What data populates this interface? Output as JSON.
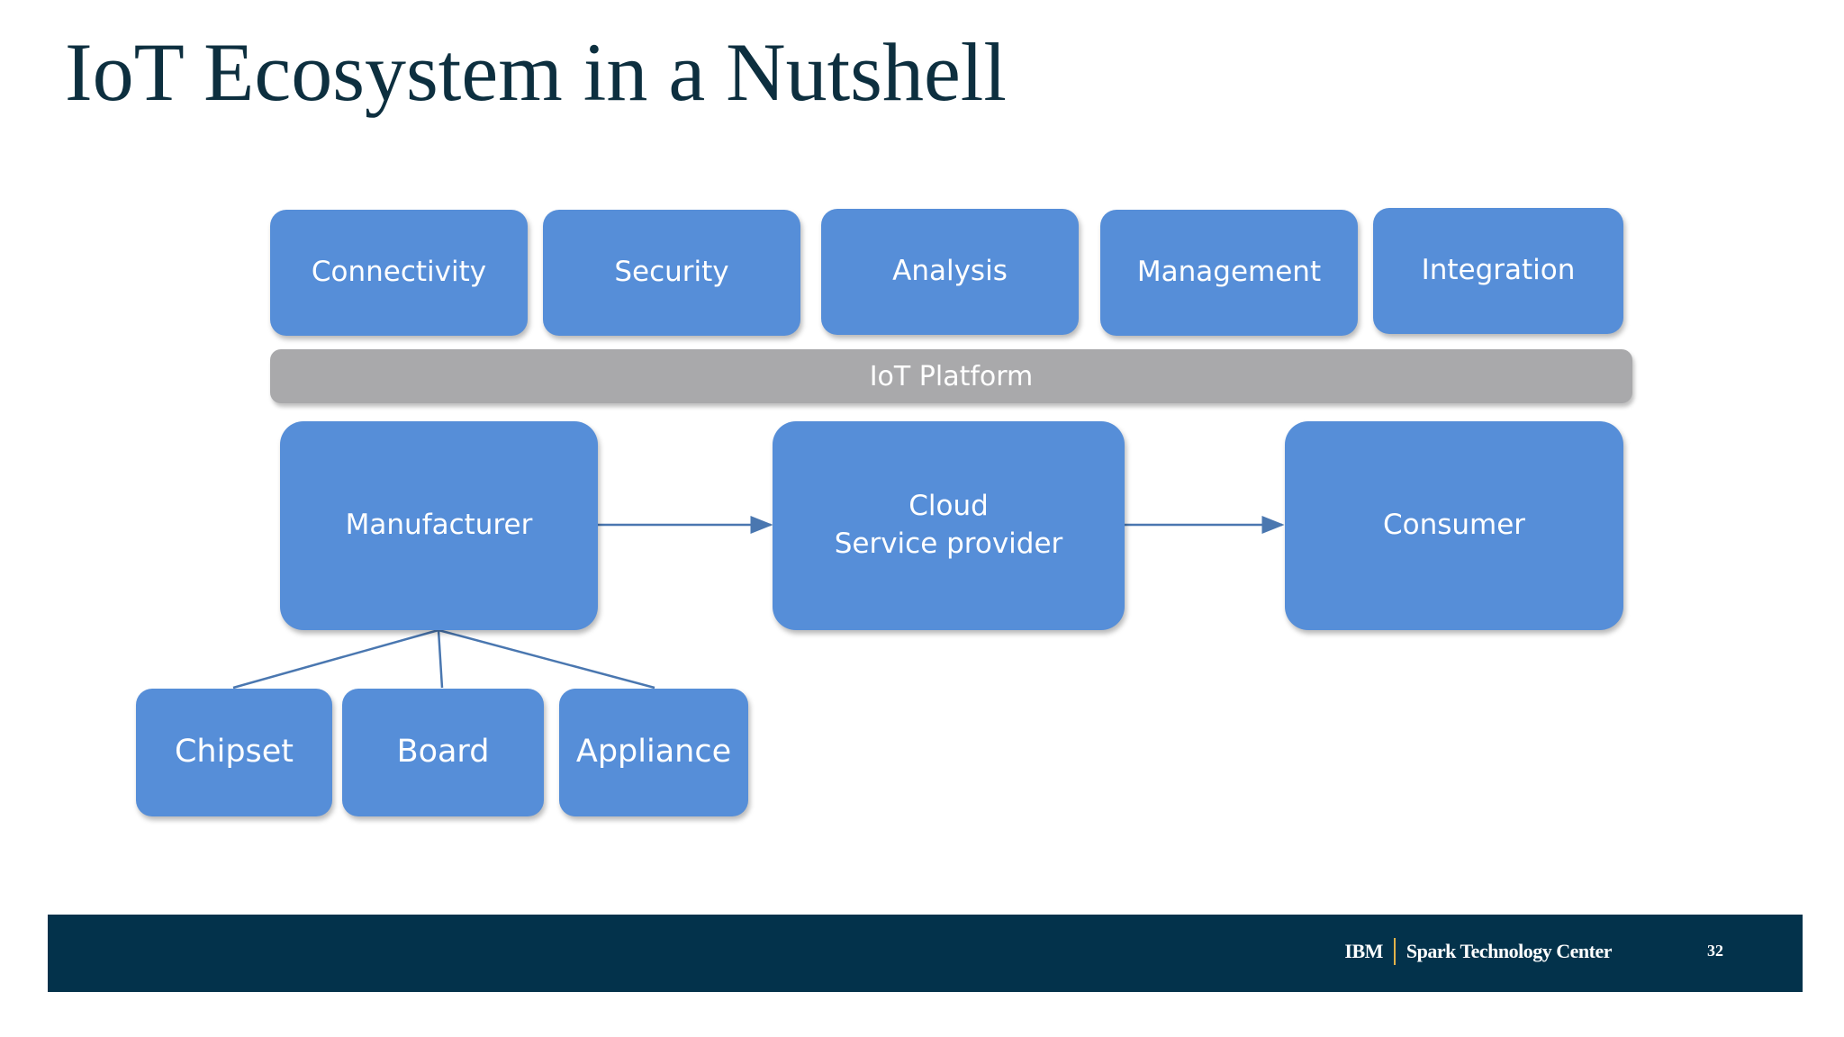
{
  "slide": {
    "title": "IoT Ecosystem in a Nutshell"
  },
  "diagram": {
    "capabilities": [
      {
        "id": "connectivity",
        "label": "Connectivity"
      },
      {
        "id": "security",
        "label": "Security"
      },
      {
        "id": "analysis",
        "label": "Analysis"
      },
      {
        "id": "management",
        "label": "Management"
      },
      {
        "id": "integration",
        "label": "Integration"
      }
    ],
    "platform": "IoT Platform",
    "chain": {
      "manufacturer": "Manufacturer",
      "cloud_line1": "Cloud",
      "cloud_line2": "Service provider",
      "consumer": "Consumer"
    },
    "components": {
      "chipset": "Chipset",
      "board": "Board",
      "appliance": "Appliance"
    },
    "colors": {
      "box_fill": "#568ed8",
      "platform_fill": "#a9a9ab",
      "connector": "#4a77b0",
      "title": "#0d2f3f",
      "footer": "#03324b"
    }
  },
  "footer": {
    "company": "IBM",
    "center": "Spark Technology Center",
    "page_number": "32"
  }
}
